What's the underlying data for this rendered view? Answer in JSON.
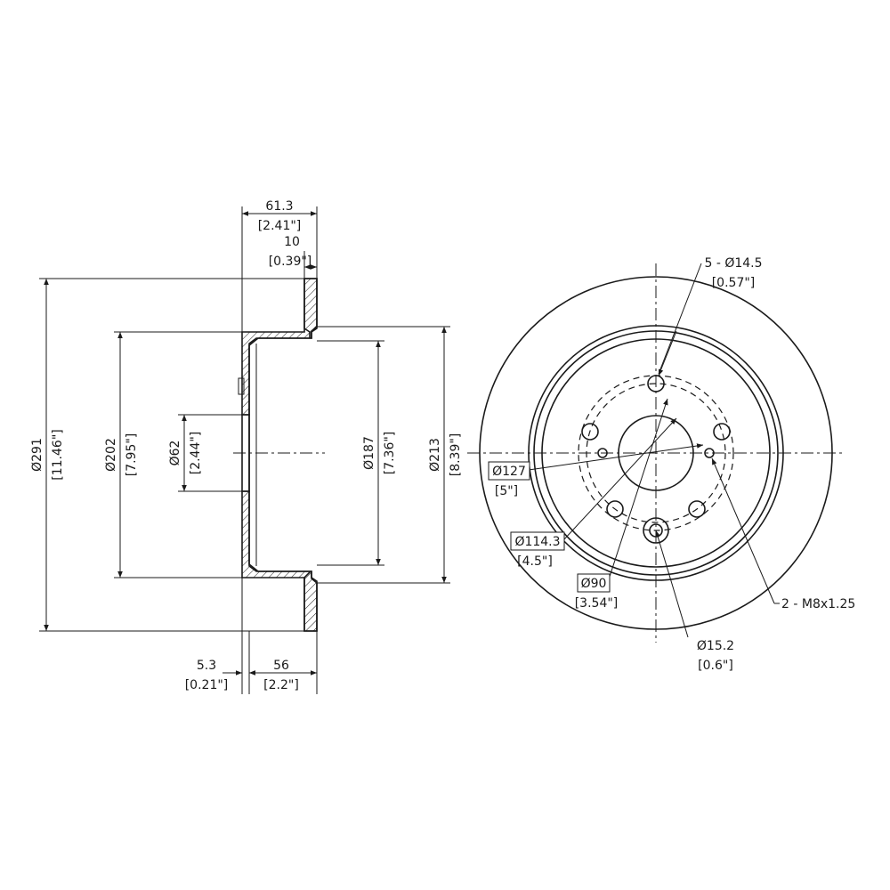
{
  "side_view": {
    "dim_total_width": {
      "mm": "61.3",
      "in": "[2.41\"]"
    },
    "dim_rotor_thickness": {
      "mm": "10",
      "in": "[0.39\"]"
    },
    "dim_outer_diameter": {
      "mm": "Ø291",
      "in": "[11.46\"]"
    },
    "dim_hat_outer": {
      "mm": "Ø202",
      "in": "[7.95\"]"
    },
    "dim_center_bore": {
      "mm": "Ø62",
      "in": "[2.44\"]"
    },
    "dim_hat_inner": {
      "mm": "Ø187",
      "in": "[7.36\"]"
    },
    "dim_inner_friction": {
      "mm": "Ø213",
      "in": "[8.39\"]"
    },
    "dim_hat_face": {
      "mm": "5.3",
      "in": "[0.21\"]"
    },
    "dim_hat_height": {
      "mm": "56",
      "in": "[2.2\"]"
    }
  },
  "front_view": {
    "dim_lug_holes": {
      "mm": "5 - Ø14.5",
      "in": "[0.57\"]"
    },
    "dim_pcd_127": {
      "mm": "Ø127",
      "in": "[5\"]"
    },
    "dim_pcd_114": {
      "mm": "Ø114.3",
      "in": "[4.5\"]"
    },
    "dim_bore_90": {
      "mm": "Ø90",
      "in": "[3.54\"]"
    },
    "dim_thread": {
      "mm": "2 - M8x1.25"
    },
    "dim_pilot": {
      "mm": "Ø15.2",
      "in": "[0.6\"]"
    }
  }
}
